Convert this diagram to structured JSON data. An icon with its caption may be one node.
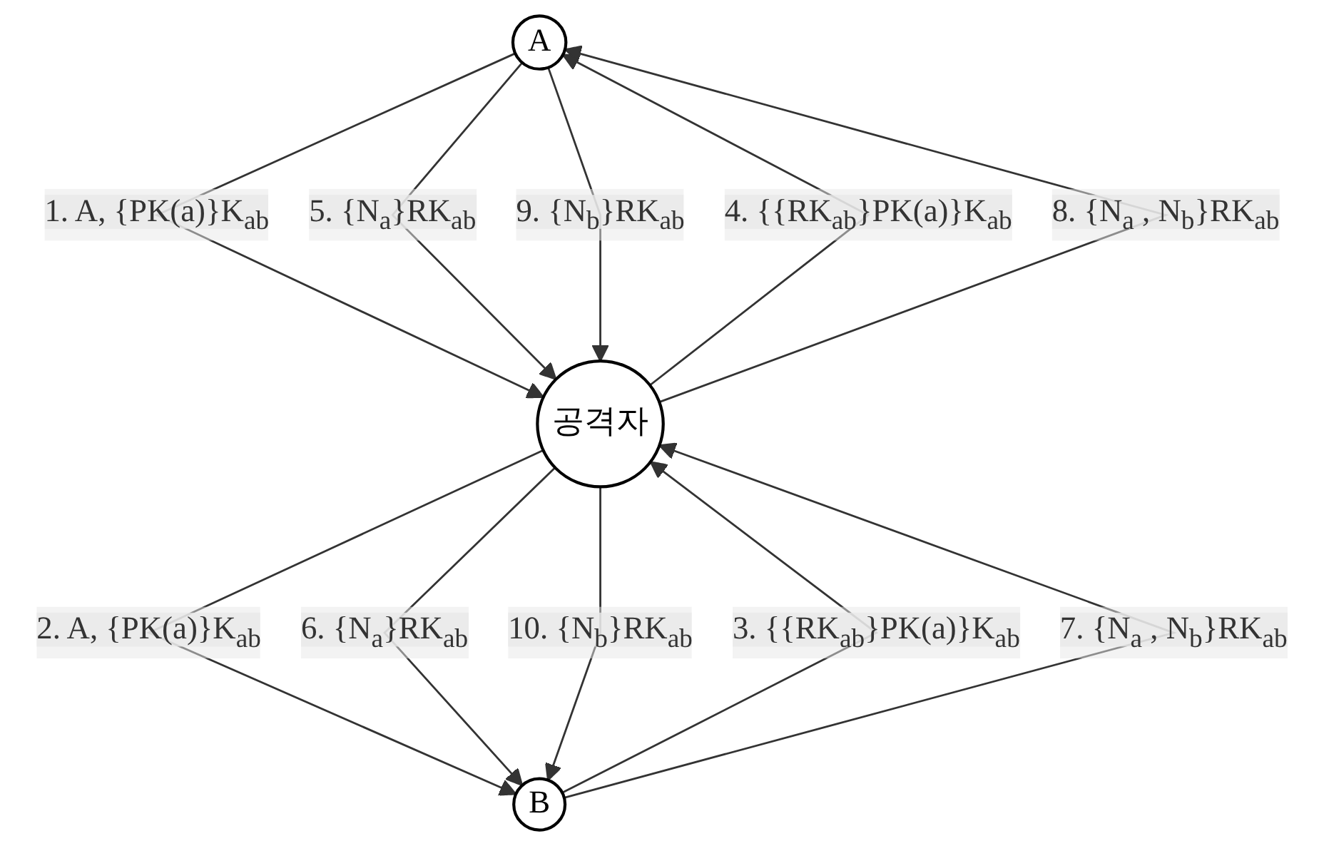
{
  "diagram": {
    "nodes": [
      {
        "text": [
          "A"
        ]
      },
      {
        "text": [
          "공격자"
        ]
      },
      {
        "text": [
          "B"
        ]
      }
    ],
    "edges": [
      {
        "from": 0,
        "to": 1,
        "arrow": "to",
        "label": "1. A, {PK(a)}K$_{ab}$"
      },
      {
        "from": 1,
        "to": 2,
        "arrow": "to",
        "label": "2. A, {PK(a)}K$_{ab}$"
      },
      {
        "from": 2,
        "to": 1,
        "arrow": "to",
        "label": "3. {{RK$_{ab}$}PK(a)}K$_{ab}$"
      },
      {
        "from": 1,
        "to": 0,
        "arrow": "to",
        "label": "4. {{RK$_{ab}$}PK(a)}K$_{ab}$"
      },
      {
        "from": 0,
        "to": 1,
        "arrow": "to",
        "label": "5. {N$_{a}$}RK$_{ab}$"
      },
      {
        "from": 1,
        "to": 2,
        "arrow": "to",
        "label": "6. {N$_{a}$}RK$_{ab}$"
      },
      {
        "from": 2,
        "to": 1,
        "arrow": "to",
        "label": "7. {N$_{a}$ , N$_{b}$}RK$_{ab}$"
      },
      {
        "from": 1,
        "to": 0,
        "arrow": "to",
        "label": "8. {N$_{a}$ , N$_{b}$}RK$_{ab}$"
      },
      {
        "from": 0,
        "to": 1,
        "arrow": "to",
        "label": "9. {N$_{b}$}RK$_{ab}$"
      },
      {
        "from": 1,
        "to": 2,
        "arrow": "to",
        "label": "10. {N$_{b}$}RK$_{ab}$"
      }
    ]
  }
}
